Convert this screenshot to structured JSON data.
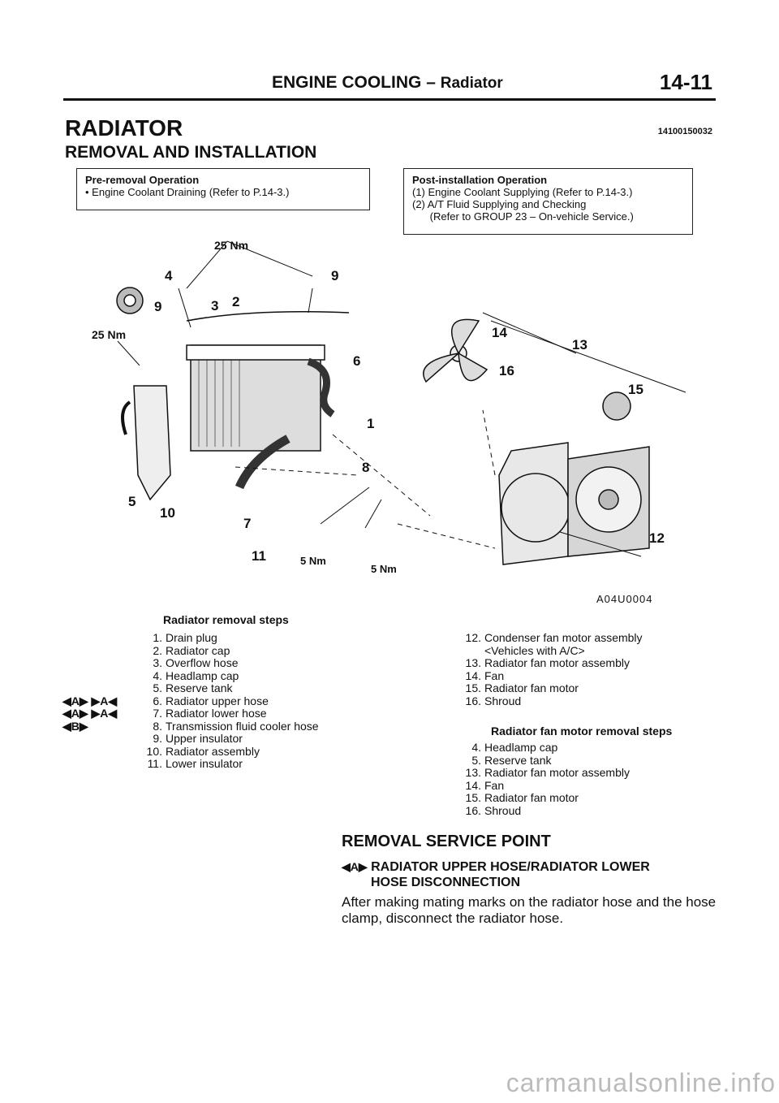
{
  "header": {
    "title_main": "ENGINE COOLING",
    "title_sep": " – ",
    "title_sub": "Radiator",
    "page_number": "14-11"
  },
  "section": {
    "title": "RADIATOR",
    "code": "14100150032",
    "subtitle": "REMOVAL AND INSTALLATION"
  },
  "pre_removal": {
    "heading": "Pre-removal Operation",
    "items": [
      "•  Engine Coolant Draining (Refer to P.14-3.)"
    ]
  },
  "post_installation": {
    "heading": "Post-installation Operation",
    "items": [
      "(1) Engine Coolant Supplying (Refer to P.14-3.)",
      "(2) A/T Fluid Supplying and Checking",
      "      (Refer to GROUP 23 – On-vehicle Service.)"
    ]
  },
  "diagram": {
    "torque_top": "25 Nm",
    "torque_left": "25 Nm",
    "torque_bottom_a": "5 Nm",
    "torque_bottom_b": "5 Nm",
    "callouts": [
      "1",
      "2",
      "3",
      "4",
      "5",
      "6",
      "7",
      "8",
      "9",
      "9",
      "10",
      "11",
      "12",
      "13",
      "14",
      "15",
      "16"
    ],
    "figure_code": "A04U0004"
  },
  "removal_steps": {
    "title": "Radiator removal steps",
    "items": [
      {
        "mark": "",
        "num": "1.",
        "text": "Drain plug"
      },
      {
        "mark": "",
        "num": "2.",
        "text": "Radiator cap"
      },
      {
        "mark": "",
        "num": "3.",
        "text": "Overflow hose"
      },
      {
        "mark": "",
        "num": "4.",
        "text": "Headlamp cap"
      },
      {
        "mark": "",
        "num": "5.",
        "text": "Reserve tank"
      },
      {
        "mark": "◀A▶  ▶A◀",
        "num": "6.",
        "text": "Radiator upper hose"
      },
      {
        "mark": "◀A▶  ▶A◀",
        "num": "7.",
        "text": "Radiator lower hose"
      },
      {
        "mark": "◀B▶",
        "num": "8.",
        "text": "Transmission fluid cooler hose"
      },
      {
        "mark": "",
        "num": "9.",
        "text": "Upper insulator"
      },
      {
        "mark": "",
        "num": "10.",
        "text": "Radiator assembly"
      },
      {
        "mark": "",
        "num": "11.",
        "text": "Lower insulator"
      }
    ]
  },
  "fan_parts": [
    {
      "num": "12.",
      "text": "Condenser fan motor assembly"
    },
    {
      "num": "",
      "text": "<Vehicles with A/C>"
    },
    {
      "num": "13.",
      "text": "Radiator fan motor assembly"
    },
    {
      "num": "14.",
      "text": "Fan"
    },
    {
      "num": "15.",
      "text": "Radiator fan motor"
    },
    {
      "num": "16.",
      "text": "Shroud"
    }
  ],
  "fan_removal": {
    "title": "Radiator fan motor removal steps",
    "items": [
      {
        "num": "4.",
        "text": "Headlamp cap"
      },
      {
        "num": "5.",
        "text": "Reserve tank"
      },
      {
        "num": "13.",
        "text": "Radiator fan motor assembly"
      },
      {
        "num": "14.",
        "text": "Fan"
      },
      {
        "num": "15.",
        "text": "Radiator fan motor"
      },
      {
        "num": "16.",
        "text": "Shroud"
      }
    ]
  },
  "service_point": {
    "title": "REMOVAL SERVICE POINT",
    "subheading_mark": "◀A▶",
    "subheading_line1": "RADIATOR UPPER HOSE/RADIATOR LOWER",
    "subheading_line2": "HOSE DISCONNECTION",
    "body": "After making mating marks on the radiator hose and the hose clamp, disconnect the radiator hose."
  },
  "watermark": "carmanualsonline.info"
}
